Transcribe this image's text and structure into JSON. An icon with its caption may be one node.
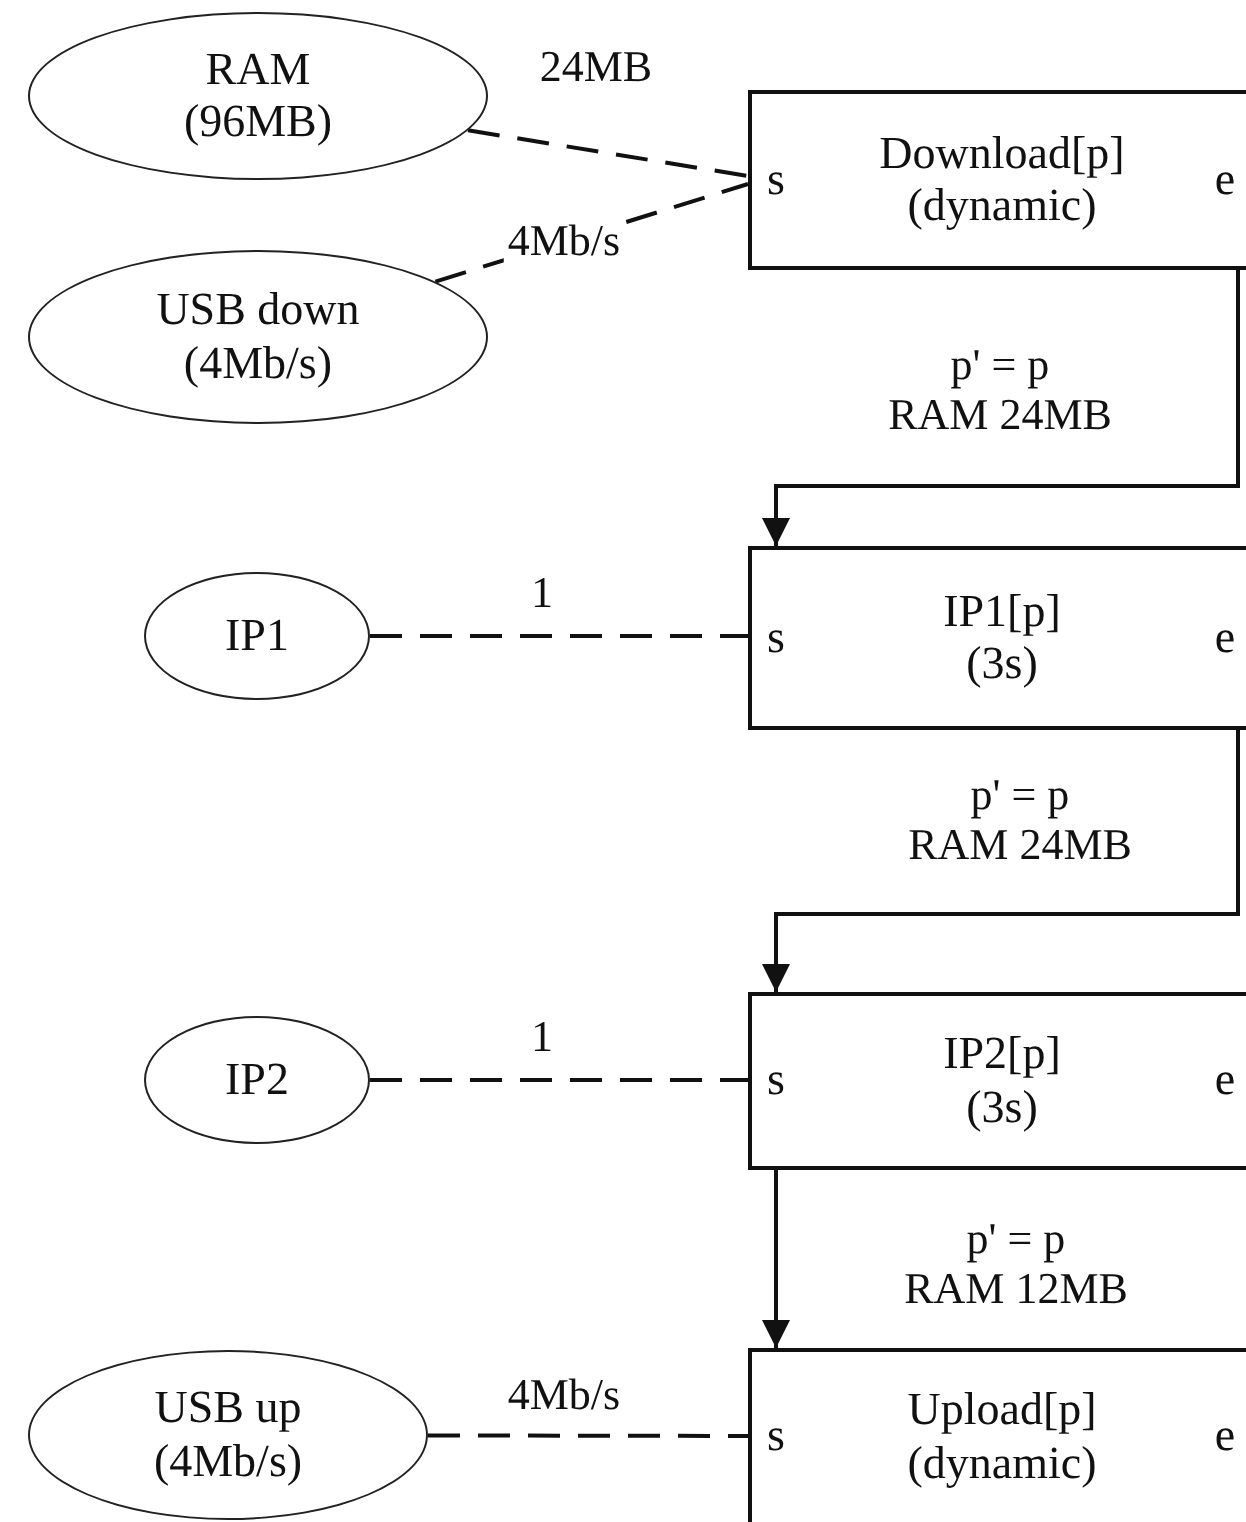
{
  "diagram": {
    "nodes": [
      {
        "text": [
          "RAM (96MB)"
        ]
      },
      {
        "text": [
          "USB down (4Mb/s)"
        ]
      },
      {
        "text": [
          "s"
        ]
      },
      {
        "text": [
          "Download[p] (dynamic)"
        ]
      },
      {
        "text": [
          "e"
        ]
      },
      {
        "text": [
          "IP1"
        ]
      },
      {
        "text": [
          "s"
        ]
      },
      {
        "text": [
          "IP1[p] (3s)"
        ]
      },
      {
        "text": [
          "e"
        ]
      },
      {
        "text": [
          "IP2"
        ]
      },
      {
        "text": [
          "s"
        ]
      },
      {
        "text": [
          "IP2[p] (3s)"
        ]
      },
      {
        "text": [
          "e"
        ]
      },
      {
        "text": [
          "USB up (4Mb/s)"
        ]
      },
      {
        "text": [
          "s"
        ]
      },
      {
        "text": [
          "Upload[p] (dynamic)"
        ]
      },
      {
        "text": [
          "e"
        ]
      }
    ],
    "edges": [
      {
        "from": 0,
        "to": 2,
        "arrow": "none",
        "style": "dashed",
        "label": "24MB"
      },
      {
        "from": 1,
        "to": 2,
        "arrow": "none",
        "style": "dashed",
        "label": "4Mb/s"
      },
      {
        "from": 4,
        "to": 6,
        "arrow": "to",
        "label": "p' = p RAM 24MB"
      },
      {
        "from": 5,
        "to": 6,
        "arrow": "none",
        "style": "dashed",
        "label": "1"
      },
      {
        "from": 8,
        "to": 10,
        "arrow": "to",
        "label": "p' = p RAM 24MB"
      },
      {
        "from": 9,
        "to": 10,
        "arrow": "none",
        "style": "dashed",
        "label": "1"
      },
      {
        "from": 10,
        "to": 14,
        "arrow": "to",
        "label": "p' = p RAM 12MB"
      },
      {
        "from": 13,
        "to": 14,
        "arrow": "none",
        "style": "dashed",
        "label": "4Mb/s"
      }
    ]
  }
}
